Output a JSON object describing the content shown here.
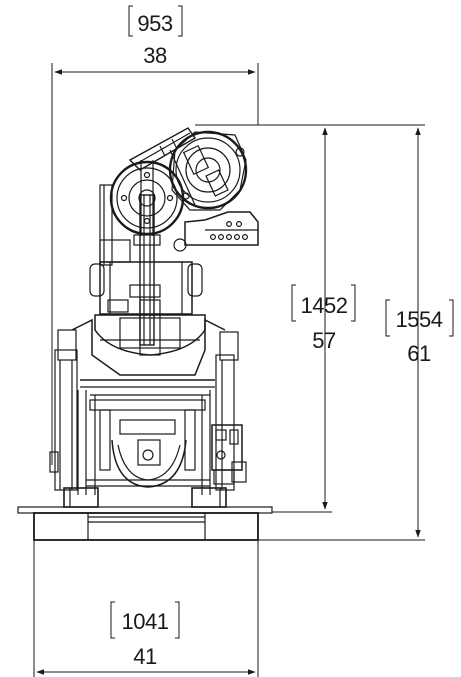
{
  "dimensions": {
    "top_width": {
      "mm": "953",
      "inch": "38"
    },
    "middle_height": {
      "mm": "1452",
      "inch": "57"
    },
    "total_height": {
      "mm": "1554",
      "inch": "61"
    },
    "base_width": {
      "mm": "1041",
      "inch": "41"
    }
  },
  "colors": {
    "line": "#1a1a1a",
    "background": "#ffffff"
  }
}
